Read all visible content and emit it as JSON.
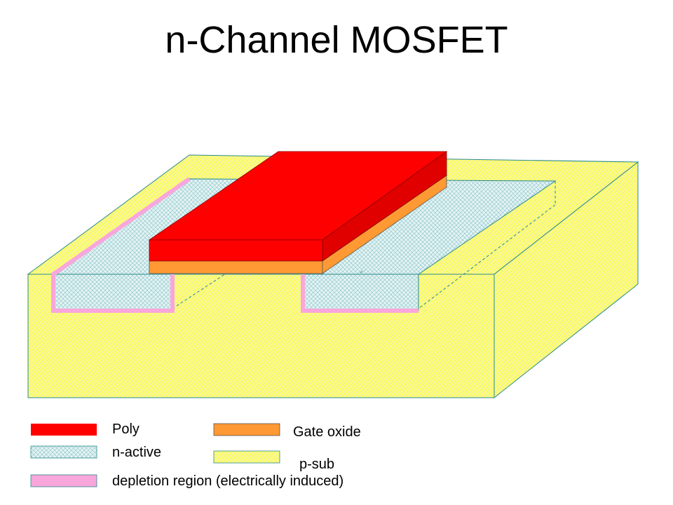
{
  "slide": {
    "title": "n-Channel MOSFET"
  },
  "colors": {
    "poly": "#ff0000",
    "poly_side": "#d40000",
    "gate_oxide": "#ff9933",
    "n_active": "#cfe8ea",
    "p_sub": "#ffff66",
    "depletion": "#f9a6dc",
    "outline": "#2a8a8a"
  },
  "legend": {
    "poly": "Poly",
    "gate_oxide": "Gate oxide",
    "n_active": "n-active",
    "p_sub": "p-sub",
    "depletion": "depletion region (electrically induced)"
  }
}
